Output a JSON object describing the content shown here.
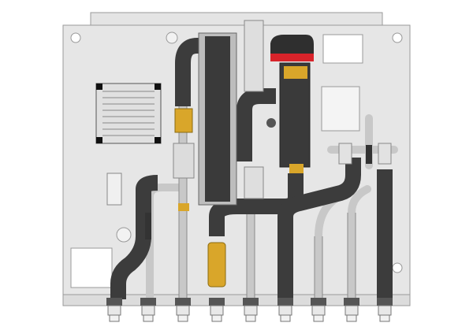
{
  "colors": {
    "background": "#ffffff",
    "panel": "#e6e6e6",
    "panel_edge": "#9a9a9a",
    "insulation": "#3c3c3c",
    "metal": "#d4d4d4",
    "brass": "#d9a62a",
    "red_cap": "#d8232a",
    "label": "#ffffff"
  },
  "connectors": [
    1,
    2,
    3,
    4,
    5,
    6,
    7,
    8,
    9
  ]
}
